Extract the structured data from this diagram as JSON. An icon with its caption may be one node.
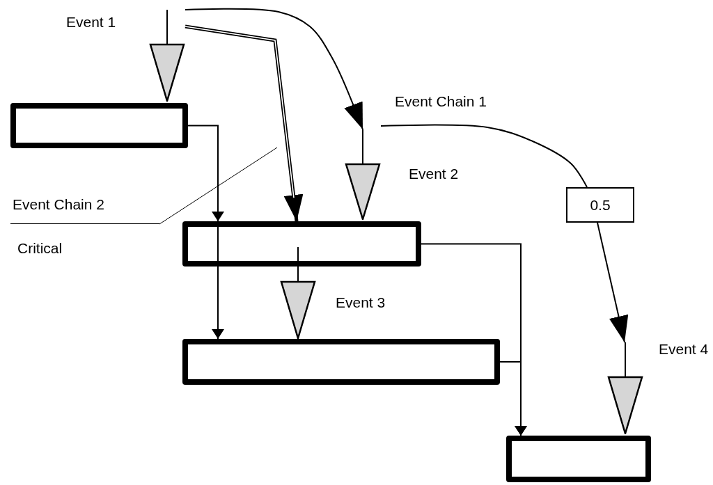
{
  "diagram": {
    "nodes": [
      {
        "text": [],
        "shape": "bar"
      },
      {
        "text": [],
        "shape": "bar"
      },
      {
        "text": [],
        "shape": "bar"
      },
      {
        "text": [],
        "shape": "bar"
      },
      {
        "text": [],
        "shape": "triangle",
        "beside": [
          "Event 1"
        ]
      },
      {
        "text": [],
        "shape": "triangle",
        "beside": [
          "Event 2"
        ]
      },
      {
        "text": [],
        "shape": "triangle",
        "beside": [
          "Event 3"
        ]
      },
      {
        "text": [],
        "shape": "triangle",
        "beside": [
          "Event 4"
        ]
      },
      {
        "text": [
          "0.5"
        ]
      },
      {
        "text": [
          "Event Chain 2"
        ]
      }
    ],
    "edges": [
      {
        "from": 0,
        "to": 1,
        "arrow": "to"
      },
      {
        "from": 1,
        "to": 2,
        "arrow": "to"
      },
      {
        "from": 1,
        "to": 3,
        "arrow": "to"
      },
      {
        "from": 2,
        "to": 3,
        "arrow": "to"
      },
      {
        "from": 4,
        "to": 5,
        "arrow": "to"
      },
      {
        "from": 5,
        "to": 8,
        "arrow": "none"
      },
      {
        "from": 8,
        "to": 7,
        "arrow": "to"
      },
      {
        "from": 4,
        "to": 1,
        "arrow": "to",
        "style": "thick"
      },
      {
        "from": 9,
        "to": null,
        "arrow": "none"
      }
    ],
    "labels": [
      "Event Chain 1",
      "Critical"
    ]
  }
}
